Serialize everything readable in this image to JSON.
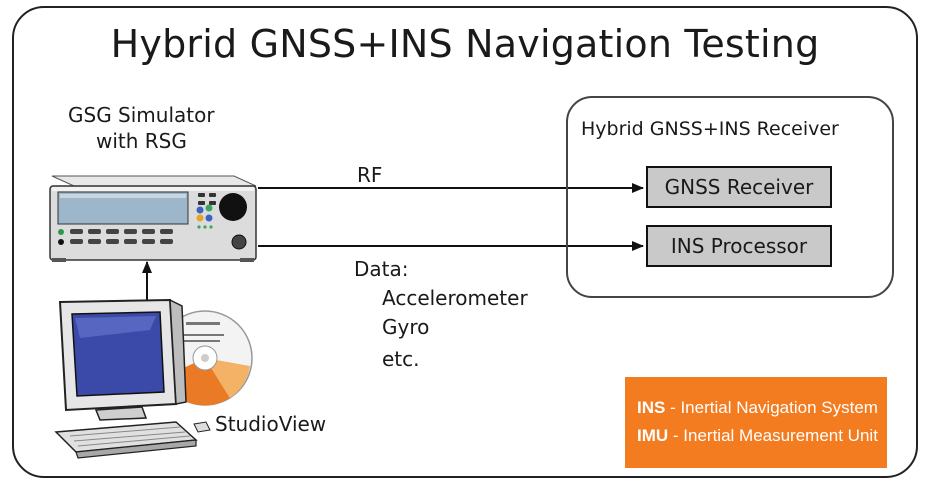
{
  "title": "Hybrid GNSS+INS Navigation Testing",
  "simulator": {
    "label_line1": "GSG Simulator",
    "label_line2": "with RSG"
  },
  "software": {
    "label": "StudioView"
  },
  "receiver": {
    "title": "Hybrid GNSS+INS Receiver",
    "gnss_label": "GNSS Receiver",
    "ins_label": "INS Processor"
  },
  "links": {
    "rf_label": "RF",
    "data_label": "Data:",
    "data_items": [
      "Accelerometer",
      "Gyro",
      "etc."
    ]
  },
  "legend": {
    "items": [
      {
        "abbr": "INS",
        "sep": " - ",
        "text": "Inertial Navigation System"
      },
      {
        "abbr": "IMU",
        "sep": " - ",
        "text": "Inertial Measurement Unit"
      }
    ]
  },
  "colors": {
    "legend_bg": "#f47c20",
    "box_fill": "#c9c9c9",
    "screen_blue": "#3b4aa8"
  }
}
